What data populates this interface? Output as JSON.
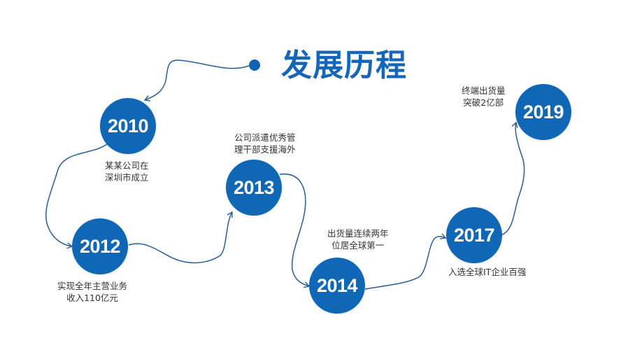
{
  "title": "发展历程",
  "colors": {
    "accent": "#0f67b6",
    "title": "#1565b8",
    "connector": "#2a5e93",
    "text": "#333333",
    "background": "#ffffff"
  },
  "milestones": [
    {
      "year": "2010",
      "caption": [
        "某某公司在",
        "深圳市成立"
      ]
    },
    {
      "year": "2012",
      "caption": [
        "实现全年主营业务",
        "收入110亿元"
      ]
    },
    {
      "year": "2013",
      "caption": [
        "公司派遣优秀管",
        "理干部支援海外"
      ]
    },
    {
      "year": "2014",
      "caption": [
        "出货量连续两年",
        "位居全球第一"
      ]
    },
    {
      "year": "2017",
      "caption": [
        "入选全球IT企业百强"
      ]
    },
    {
      "year": "2019",
      "caption": [
        "终端出货量",
        "突破2亿部"
      ]
    }
  ]
}
